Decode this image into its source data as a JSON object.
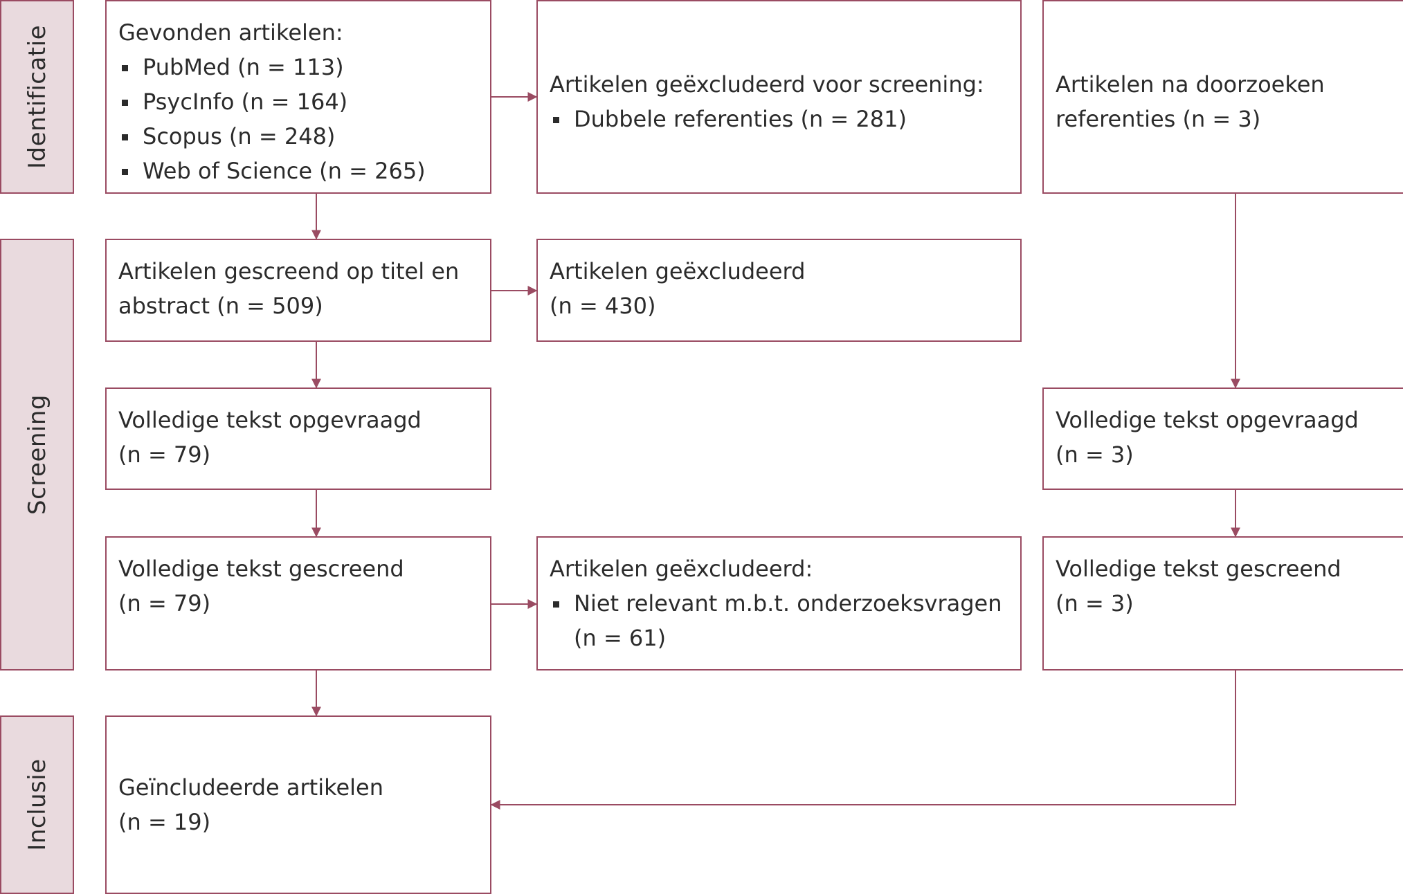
{
  "phases": {
    "identificatie": "Identificatie",
    "screening": "Screening",
    "inclusie": "Inclusie"
  },
  "found": {
    "title": "Gevonden artikelen:",
    "items": [
      "PubMed (n = 113)",
      "PsycInfo (n = 164)",
      "Scopus (n = 248)",
      "Web of Science (n = 265)"
    ]
  },
  "excluded_pre_screening": {
    "title": "Artikelen geëxcludeerd voor screening:",
    "items": [
      "Dubbele referenties (n = 281)"
    ]
  },
  "references_search": {
    "line1": "Artikelen na doorzoeken",
    "line2": "referenties (n = 3)"
  },
  "screened_title_abstract": {
    "line1": "Artikelen gescreend op titel en",
    "line2": "abstract (n = 509)"
  },
  "excluded_title_abstract": {
    "line1": "Artikelen geëxcludeerd",
    "line2": "(n = 430)"
  },
  "fulltext_requested": {
    "line1": "Volledige tekst opgevraagd",
    "line2": "(n = 79)"
  },
  "fulltext_requested_refs": {
    "line1": "Volledige tekst opgevraagd",
    "line2": "(n = 3)"
  },
  "fulltext_screened": {
    "line1": "Volledige tekst gescreend",
    "line2": "(n = 79)"
  },
  "excluded_fulltext": {
    "title": "Artikelen geëxcludeerd:",
    "item_line1": "Niet relevant m.b.t. onderzoeksvragen",
    "item_line2": "(n = 61)"
  },
  "fulltext_screened_refs": {
    "line1": "Volledige tekst gescreend",
    "line2": "(n = 3)"
  },
  "included": {
    "line1": "Geïncludeerde artikelen",
    "line2": "(n = 19)"
  },
  "colors": {
    "border": "#9a4b62",
    "phase_fill": "#e9dade",
    "text": "#2b2b2b"
  }
}
